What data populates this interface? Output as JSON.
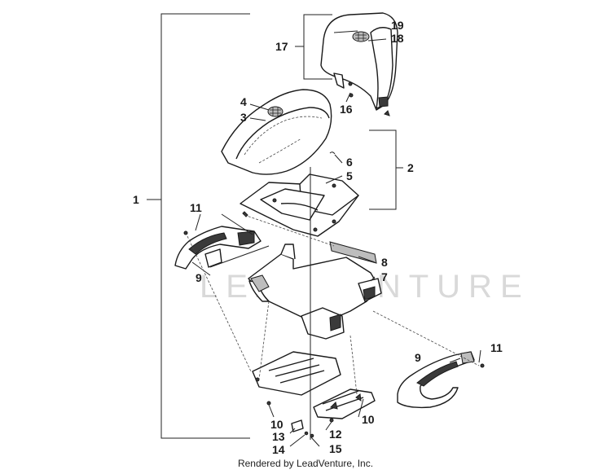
{
  "watermark": "LEADVENTURE",
  "footer": "Rendered by LeadVenture, Inc.",
  "callouts": {
    "c1": "1",
    "c2": "2",
    "c3": "3",
    "c4": "4",
    "c5": "5",
    "c6": "6",
    "c7": "7",
    "c8": "8",
    "c9a": "9",
    "c9b": "9",
    "c10a": "10",
    "c10b": "10",
    "c11a": "11",
    "c11b": "11",
    "c12": "12",
    "c13": "13",
    "c14": "14",
    "c15": "15",
    "c16": "16",
    "c17": "17",
    "c18": "18",
    "c19": "19"
  }
}
